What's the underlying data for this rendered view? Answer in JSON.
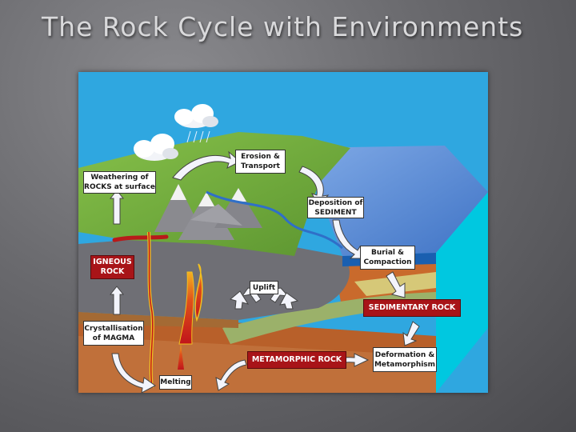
{
  "slide": {
    "title": "The Rock Cycle with Environments"
  },
  "labels": {
    "weathering": "Weathering of\nROCKS at surface",
    "erosion": "Erosion &\nTransport",
    "deposition": "Deposition of\nSEDIMENT",
    "burial": "Burial &\nCompaction",
    "sedimentary": "SEDIMENTARY ROCK",
    "deformation": "Deformation &\nMetamorphism",
    "metamorphic": "METAMORPHIC ROCK",
    "melting": "Melting",
    "crystallisation": "Crystallisation\nof MAGMA",
    "igneous": "IGNEOUS\nROCK",
    "uplift": "Uplift"
  },
  "colors": {
    "sky": "#2fa7e0",
    "rock_label": "#a81418",
    "process_label": "#ffffff",
    "arrow_fill": "#f3f4fb",
    "land": "#6fa839",
    "sea": "#5b8fd6"
  },
  "icons": [
    "cloud-icon",
    "arrow-icon"
  ]
}
